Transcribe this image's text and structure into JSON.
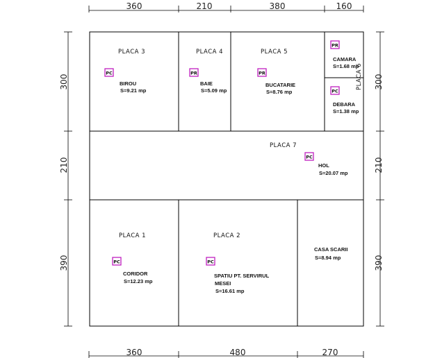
{
  "dimensions": {
    "top": [
      "360",
      "210",
      "380",
      "160"
    ],
    "bottom": [
      "360",
      "480",
      "270"
    ],
    "left": [
      "300",
      "210",
      "390"
    ],
    "right": [
      "300",
      "210",
      "390"
    ]
  },
  "rooms": {
    "placa3": {
      "placa": "PLACA 3",
      "tag": "PC",
      "name": "BIROU",
      "area": "S=9.21 mp"
    },
    "placa4": {
      "placa": "PLACA 4",
      "tag": "PR",
      "name": "BAIE",
      "area": "S=5.09 mp"
    },
    "placa5": {
      "placa": "PLACA 5",
      "tag": "PR",
      "name": "BUCATARIE",
      "area": "S=8.76 mp"
    },
    "placa6": {
      "placa": "PLACA 6",
      "tag1": "PR",
      "name1": "CAMARA",
      "area1": "S=1.68 mp",
      "tag2": "PC",
      "name2": "DEBARA",
      "area2": "S=1.38 mp"
    },
    "placa7": {
      "placa": "PLACA 7",
      "tag": "PC",
      "name": "HOL",
      "area": "S=20.07 mp"
    },
    "placa1": {
      "placa": "PLACA 1",
      "tag": "PC",
      "name": "CORIDOR",
      "area": "S=12.23 mp"
    },
    "placa2": {
      "placa": "PLACA 2",
      "tag": "PC",
      "name1": "SPATIU PT. SERVIRUL",
      "name2": "MESEI",
      "area": "S=16.61 mp"
    },
    "casa_scarii": {
      "name": "CASA SCARII",
      "area": "S=8.94 mp"
    }
  }
}
